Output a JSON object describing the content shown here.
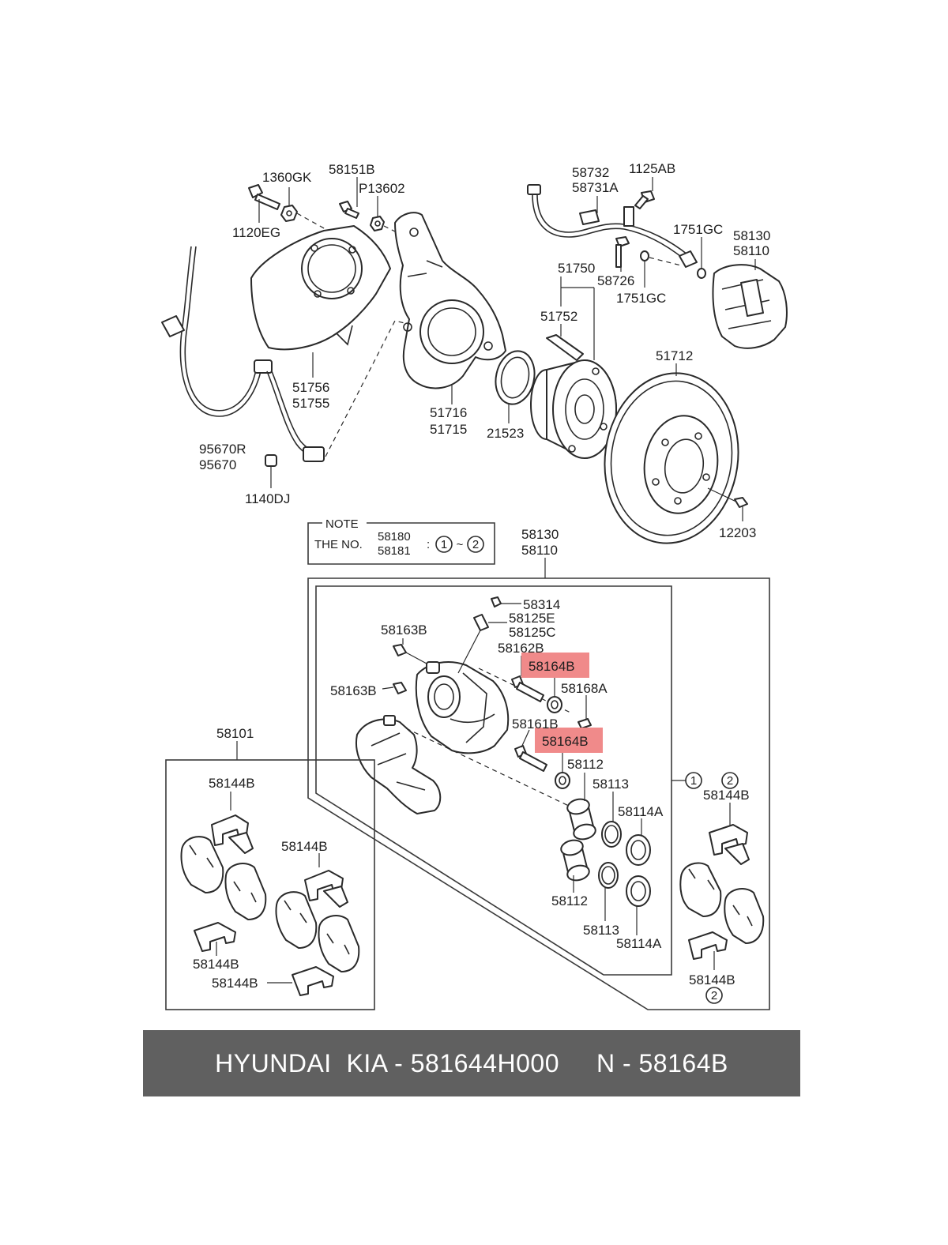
{
  "labels": {
    "l1360GK": "1360GK",
    "l58151B": "58151B",
    "lP13602": "P13602",
    "l1120EG": "1120EG",
    "l51756": "51756",
    "l51755": "51755",
    "l95670R": "95670R",
    "l95670": "95670",
    "l1140DJ": "1140DJ",
    "l51716": "51716",
    "l51715": "51715",
    "l21523": "21523",
    "l58732": "58732",
    "l58731A": "58731A",
    "l1125AB": "1125AB",
    "l1751GC_top": "1751GC",
    "l58130_top": "58130",
    "l58110_top": "58110",
    "l51750": "51750",
    "l58726": "58726",
    "l1751GC_bot": "1751GC",
    "l51752": "51752",
    "l51712": "51712",
    "l12203": "12203",
    "l58130_mid": "58130",
    "l58110_mid": "58110",
    "l58314": "58314",
    "l58125E": "58125E",
    "l58125C": "58125C",
    "l58163B_a": "58163B",
    "l58162B": "58162B",
    "l58164B_a": "58164B",
    "l58163B_b": "58163B",
    "l58168A": "58168A",
    "l58161B": "58161B",
    "l58164B_b": "58164B",
    "l58112_a": "58112",
    "l58113_a": "58113",
    "l58114A_a": "58114A",
    "l58112_b": "58112",
    "l58113_b": "58113",
    "l58114A_b": "58114A",
    "l58101": "58101",
    "l58144B_1": "58144B",
    "l58144B_2": "58144B",
    "l58144B_3": "58144B",
    "l58144B_4": "58144B",
    "l58144B_r1": "58144B",
    "l58144B_r2": "58144B",
    "circle1_a": "1",
    "circle2_a": "2",
    "circle2_b": "2"
  },
  "note": {
    "title": "NOTE",
    "the_no": "THE NO.",
    "no1": "58180",
    "no2": "58181",
    "range_sep": ":",
    "circle_from": "1",
    "tilde": "~",
    "circle_to": "2"
  },
  "caption": {
    "text": "HYUNDAI  KIA - 581644H000     N - 58164B"
  },
  "colors": {
    "highlight": "#f08a8a",
    "caption_bg": "#606060",
    "caption_fg": "#ffffff",
    "line": "#2a2a2a"
  }
}
